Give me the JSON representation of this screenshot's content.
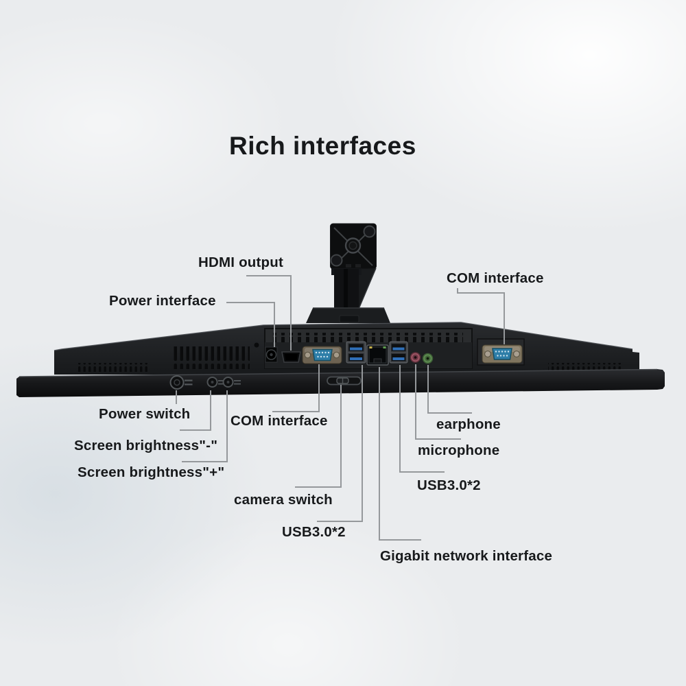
{
  "title": "Rich interfaces",
  "labels": {
    "hdmi": "HDMI output",
    "power_interface": "Power interface",
    "com_top": "COM interface",
    "power_switch": "Power switch",
    "brightness_minus": "Screen brightness\"-\"",
    "brightness_plus": "Screen brightness\"+\"",
    "com_bottom": "COM interface",
    "camera_switch": "camera switch",
    "usb_left": "USB3.0*2",
    "usb_right": "USB3.0*2",
    "gigabit": "Gigabit network interface",
    "microphone": "microphone",
    "earphone": "earphone"
  },
  "colors": {
    "background": "#eaecee",
    "label_text": "#17191b",
    "leader_line": "#95989b",
    "monitor_black": "#202225",
    "usb_blue": "#2f6fb8",
    "com_blue": "#2e7ea8",
    "mic_pink": "#9c5564",
    "earphone_green": "#5c8a50"
  }
}
